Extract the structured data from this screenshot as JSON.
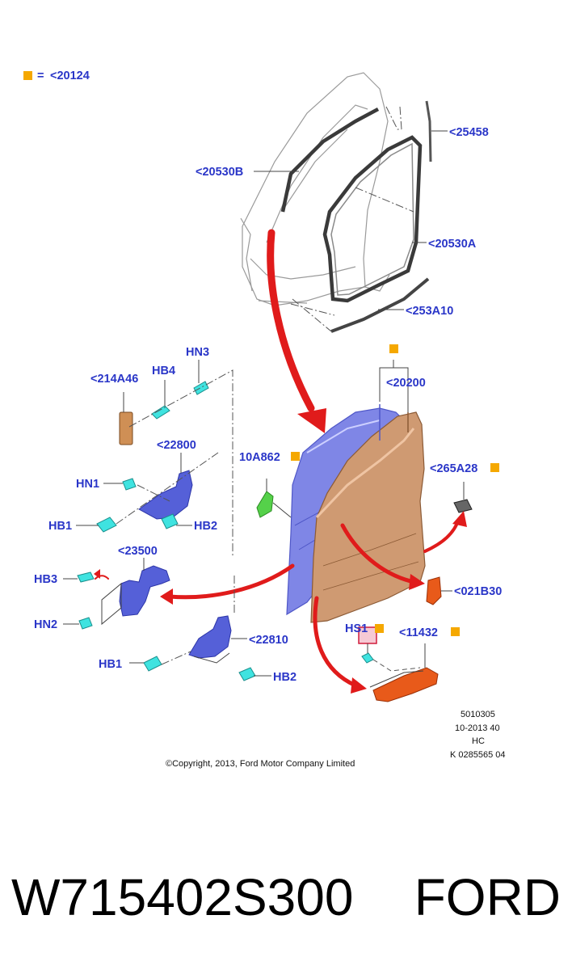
{
  "legend": {
    "symbol_color": "#f5a800",
    "equals": "=",
    "ref": "<20124"
  },
  "labels": {
    "l25458": "<25458",
    "l20530B": "<20530B",
    "l20530A": "<20530A",
    "l253A10": "<253A10",
    "HN3": "HN3",
    "HB4": "HB4",
    "l214A46": "<214A46",
    "l22800": "<22800",
    "l10A862": "10A862",
    "l20200": "<20200",
    "l265A28": "<265A28",
    "HN1": "HN1",
    "HB1a": "HB1",
    "HB2a": "HB2",
    "l23500": "<23500",
    "HB3": "HB3",
    "HN2": "HN2",
    "l021B30": "<021B30",
    "HS1": "HS1",
    "l11432": "<11432",
    "l22810": "<22810",
    "HB1b": "HB1",
    "HB2b": "HB2"
  },
  "meta": {
    "line1": "5010305",
    "line2": "10-2013 40",
    "line3": "HC",
    "line4": "K 0285565 04"
  },
  "copyright": "©Copyright, 2013, Ford Motor Company Limited",
  "footer": {
    "part_number": "W715402S300",
    "brand": "FORD"
  },
  "colors": {
    "label_blue": "#2a36c8",
    "arrow_red": "#e01b1b",
    "door_blue": "#7f86e6",
    "door_tan": "#cf9a72",
    "fastener_cyan": "#3fe3e0",
    "bracket_green": "#55d14a",
    "panel_orange": "#e85a1a",
    "highlight_pink": "#f6c9d4",
    "highlight_border": "#d01c3c"
  }
}
